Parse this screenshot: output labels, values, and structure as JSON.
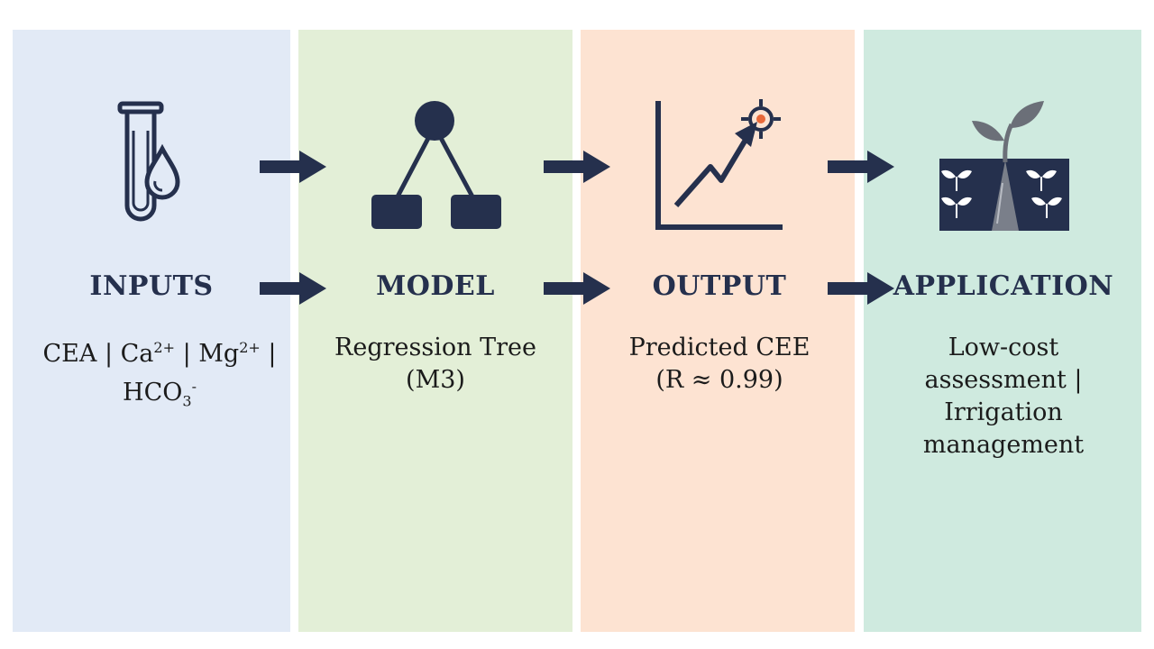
{
  "colors": {
    "inputs_bg": "#e2eaf6",
    "model_bg": "#e3efd7",
    "output_bg": "#fde3d2",
    "application_bg": "#cfeadf",
    "ink": "#25304d"
  },
  "icons": {
    "inputs": "test-tube-drop-icon",
    "model": "tree-node-icon",
    "output": "rising-chart-target-icon",
    "application": "plant-soil-icon"
  },
  "stages": {
    "inputs": {
      "heading": "INPUTS",
      "line1": {
        "a": "CEA | Ca",
        "b": "2+",
        "c": " | Mg",
        "d": "2+",
        "e": " |"
      },
      "line2": {
        "a": "HCO",
        "b": "3",
        "c": "-"
      }
    },
    "model": {
      "heading": "MODEL",
      "line1": "Regression Tree",
      "line2": "(M3)"
    },
    "output": {
      "heading": "OUTPUT",
      "line1": "Predicted CEE",
      "line2": "(R ≈ 0.99)"
    },
    "application": {
      "heading": "APPLICATION",
      "line1": "Low-cost",
      "line2": "assessment |",
      "line3": "Irrigation",
      "line4": "management"
    }
  }
}
